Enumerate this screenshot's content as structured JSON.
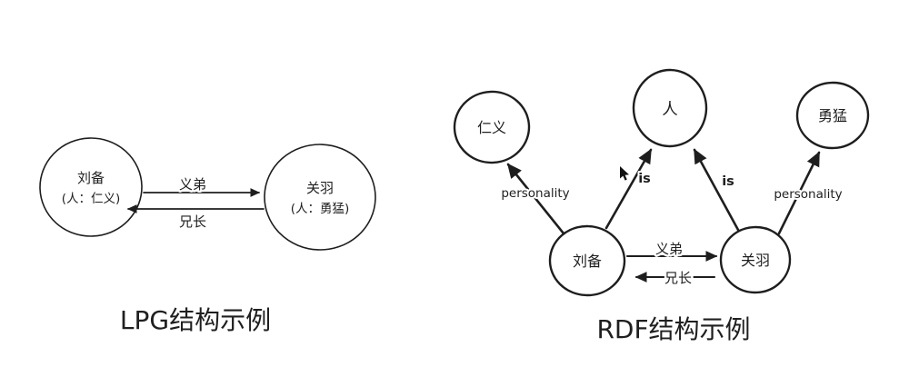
{
  "colors": {
    "ink": "#1e1e1e",
    "lpg_caption": "#c10808",
    "rdf_caption": "#9d1616"
  },
  "lpg": {
    "caption": "LPG结构示例",
    "nodes": {
      "liubei": {
        "title": "刘备",
        "subtitle": "(人：仁义)"
      },
      "guanyu": {
        "title": "关羽",
        "subtitle": "(人：勇猛)"
      }
    },
    "edges": {
      "yidi": {
        "label": "义弟"
      },
      "xiongzhang": {
        "label": "兄长"
      }
    }
  },
  "rdf": {
    "caption": "RDF结构示例",
    "nodes": {
      "renyi": {
        "label": "仁义"
      },
      "ren": {
        "label": "人"
      },
      "yongmeng": {
        "label": "勇猛"
      },
      "liubei": {
        "label": "刘备"
      },
      "guanyu": {
        "label": "关羽"
      }
    },
    "edges": {
      "personality_left": {
        "label": "personality"
      },
      "is_left": {
        "label": "is"
      },
      "is_right": {
        "label": "is"
      },
      "personality_right": {
        "label": "personality"
      },
      "yidi": {
        "label": "义弟"
      },
      "xiongzhang": {
        "label": "兄长"
      }
    }
  }
}
